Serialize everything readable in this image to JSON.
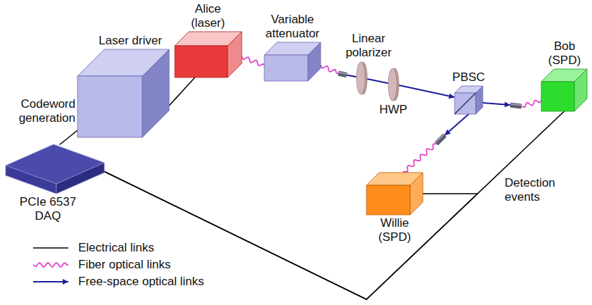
{
  "diagram": {
    "nodes": [
      {
        "text": [
          "PCIe 6537 DAQ"
        ]
      },
      {
        "text": [
          "Laser driver"
        ]
      },
      {
        "text": [
          "Alice (laser)"
        ]
      },
      {
        "text": [
          "Variable attenuator"
        ]
      },
      {
        "text": [
          "Linear polarizer"
        ]
      },
      {
        "text": [
          "HWP"
        ]
      },
      {
        "text": [
          "PBSC"
        ]
      },
      {
        "text": [
          "Bob (SPD)"
        ]
      },
      {
        "text": [
          "Willie (SPD)"
        ]
      }
    ],
    "edges": [
      {
        "from": 0,
        "to": 1,
        "arrow": "none"
      },
      {
        "from": 1,
        "to": 2,
        "arrow": "none"
      },
      {
        "from": 2,
        "to": 3,
        "arrow": "none"
      },
      {
        "from": 3,
        "to": 4,
        "arrow": "none"
      },
      {
        "from": 4,
        "to": 5,
        "arrow": "none"
      },
      {
        "from": 5,
        "to": 6,
        "arrow": "to"
      },
      {
        "from": 6,
        "to": 7,
        "arrow": "to"
      },
      {
        "from": 6,
        "to": 8,
        "arrow": "to"
      },
      {
        "from": 7,
        "to": 0,
        "arrow": "none"
      },
      {
        "from": 8,
        "to": 0,
        "arrow": "none"
      }
    ],
    "labels": [
      "Codeword generation",
      "Detection events"
    ],
    "legend": [
      {
        "text": "Electrical links"
      },
      {
        "text": "Fiber optical links"
      },
      {
        "text": "Free-space optical links"
      }
    ]
  }
}
